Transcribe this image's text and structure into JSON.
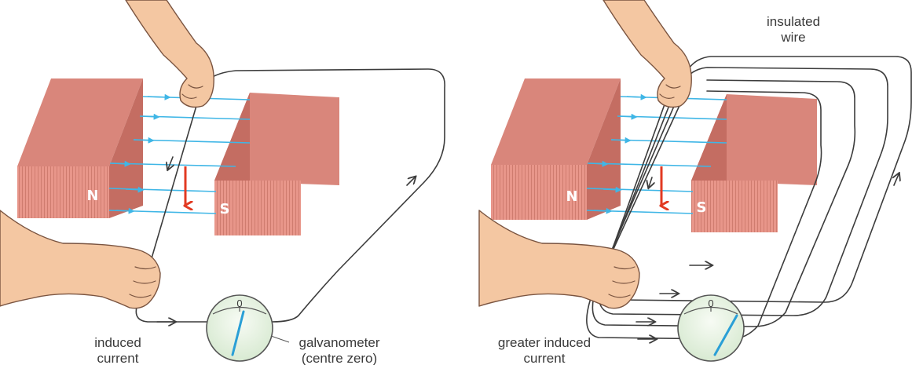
{
  "figures": [
    {
      "id": "single-wire",
      "north_label": "N",
      "south_label": "S",
      "current_label_line1": "induced",
      "current_label_line2": "current",
      "meter_label_line1": "galvanometer",
      "meter_label_line2": "(centre zero)",
      "meter_zero": "0"
    },
    {
      "id": "coiled-wire",
      "north_label": "N",
      "south_label": "S",
      "wire_label_line1": "insulated",
      "wire_label_line2": "wire",
      "current_label_line1": "greater induced",
      "current_label_line2": "current",
      "meter_zero": "0"
    }
  ],
  "colors": {
    "magnet_front": "#e8968a",
    "magnet_top": "#d9867b",
    "magnet_side": "#c46d62",
    "field_line": "#3fb6e6",
    "motion_arrow": "#e23a22",
    "skin": "#f4c7a2",
    "meter_face": "#eef7ea",
    "needle": "#2a9fd6"
  }
}
